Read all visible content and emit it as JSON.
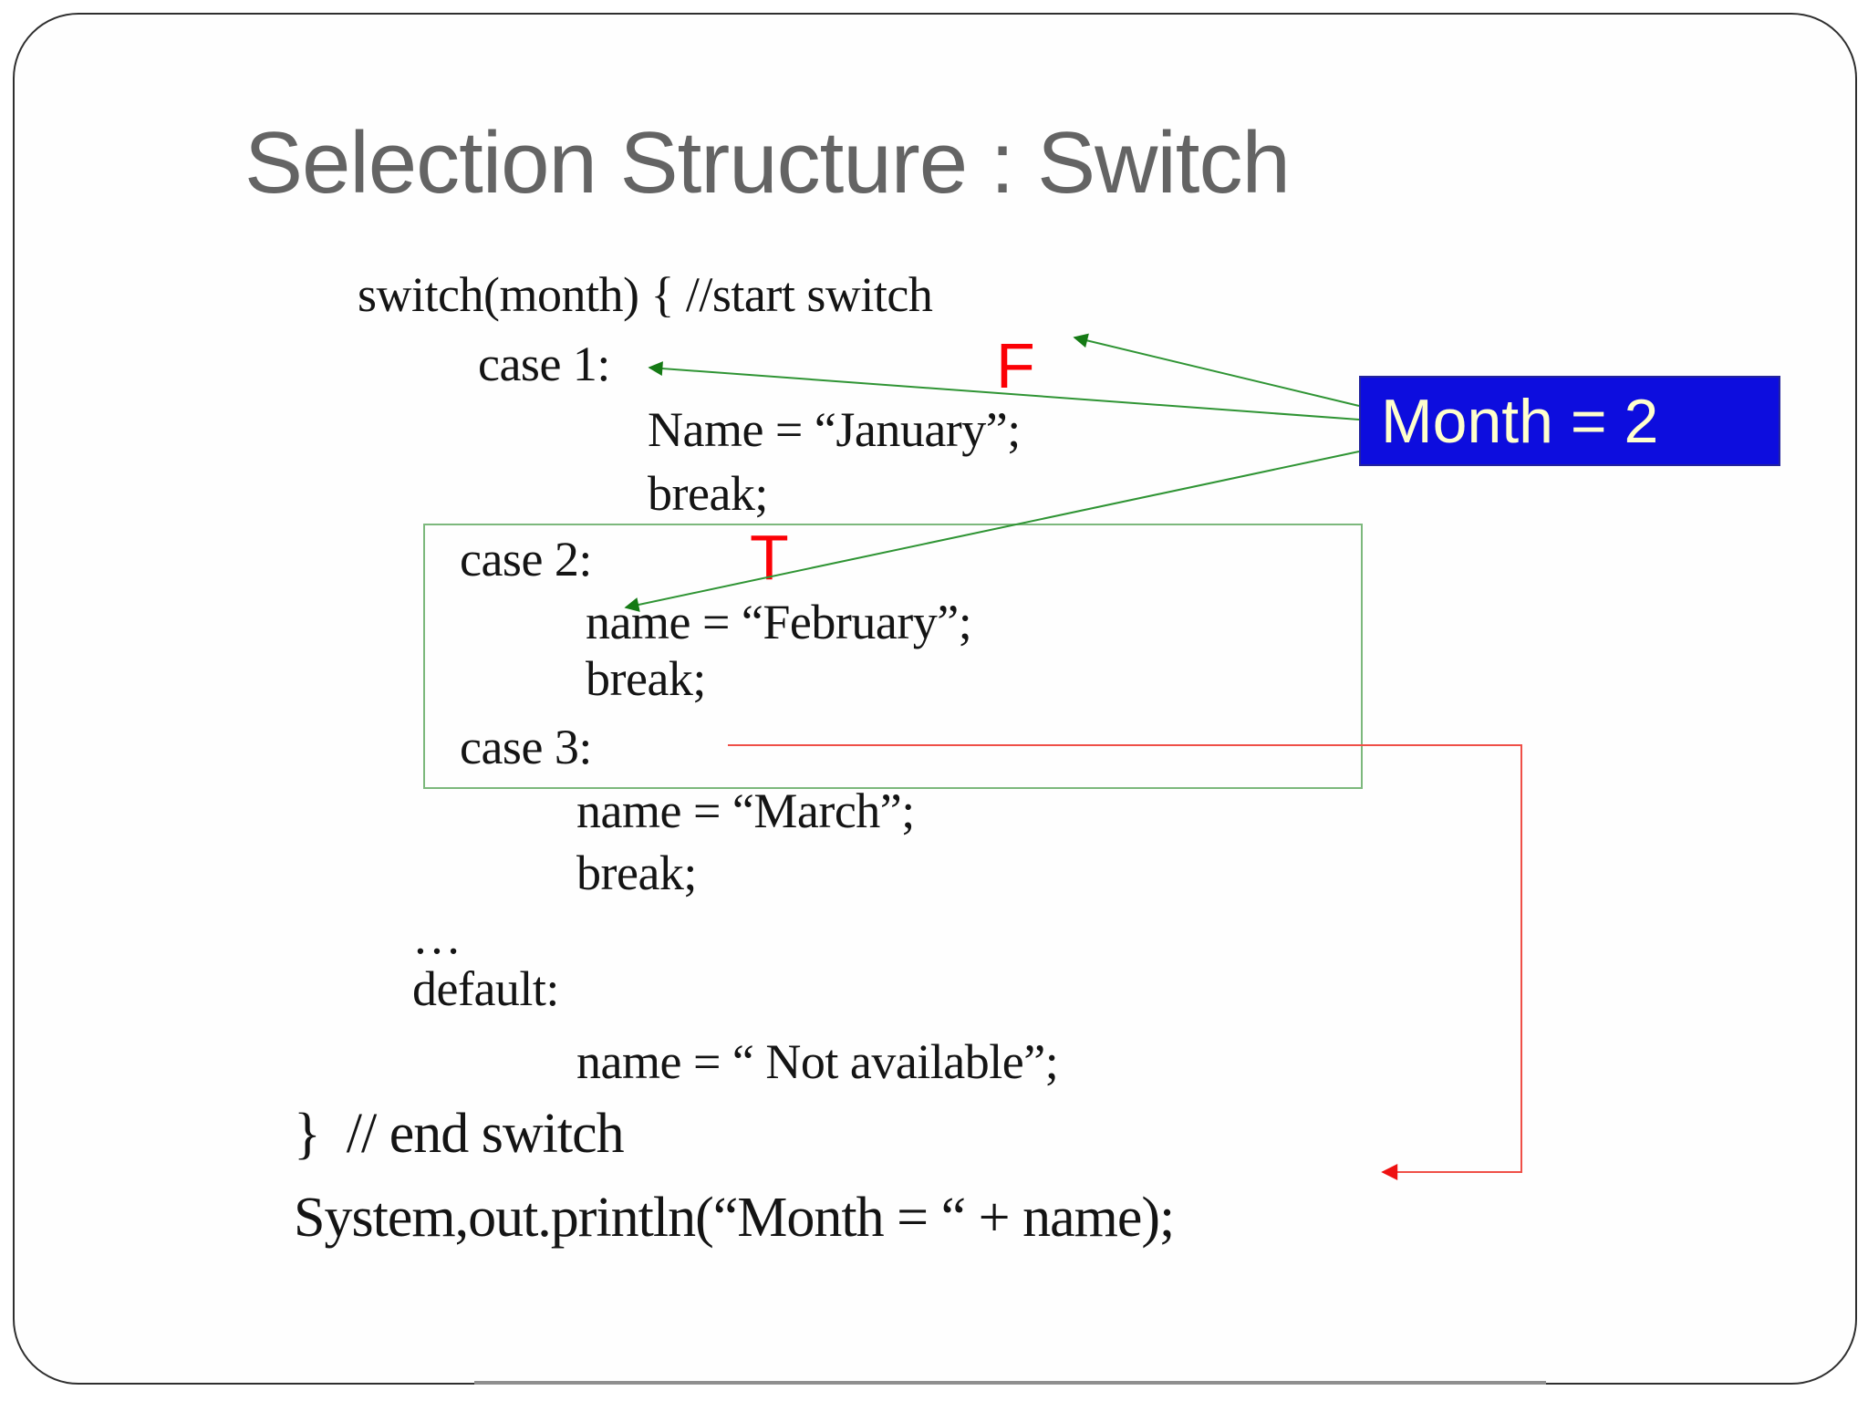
{
  "slide": {
    "title": "Selection Structure : Switch",
    "title_color": "#646464",
    "background": "#ffffff",
    "border_color": "#2f2f2f"
  },
  "code": {
    "lines": [
      "switch(month) { //start switch",
      "case 1:",
      "Name = “January”;",
      "break;",
      "case 2:",
      "name = “February”;",
      "break;",
      "case 3:",
      "name = “March”;",
      "break;",
      "…",
      "default:",
      "name = “ Not available”;",
      "}  // end switch",
      "System,out.println(“Month = “ + name);"
    ]
  },
  "annotations": {
    "month_box": {
      "text": "Month = 2",
      "bg_color": "#0d0dde",
      "text_color": "#ffffcc"
    },
    "false_label": "F",
    "true_label": "T",
    "label_color": "#fb0005",
    "green_arrow_color": "#2f9434",
    "green_arrowhead_color": "#157a15",
    "highlight_rect_color": "#7cb87c",
    "red_flow_color": "#ef4f47",
    "red_arrowhead_color": "#ee1111"
  }
}
